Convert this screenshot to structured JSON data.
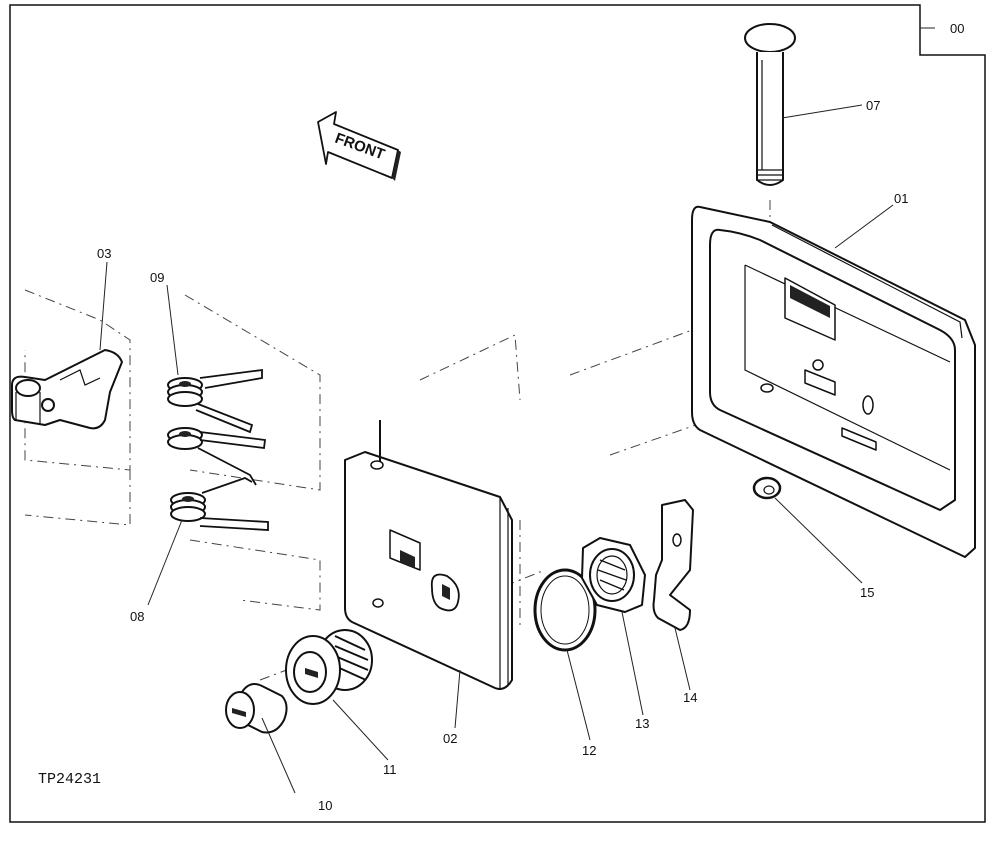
{
  "diagram": {
    "assembly_callout": "00",
    "direction_label": "FRONT",
    "figure_ref": "TP24231",
    "callouts": {
      "c01": "01",
      "c02": "02",
      "c03": "03",
      "c07": "07",
      "c08": "08",
      "c09": "09",
      "c10": "10",
      "c11": "11",
      "c12": "12",
      "c13": "13",
      "c14": "14",
      "c15": "15"
    }
  }
}
